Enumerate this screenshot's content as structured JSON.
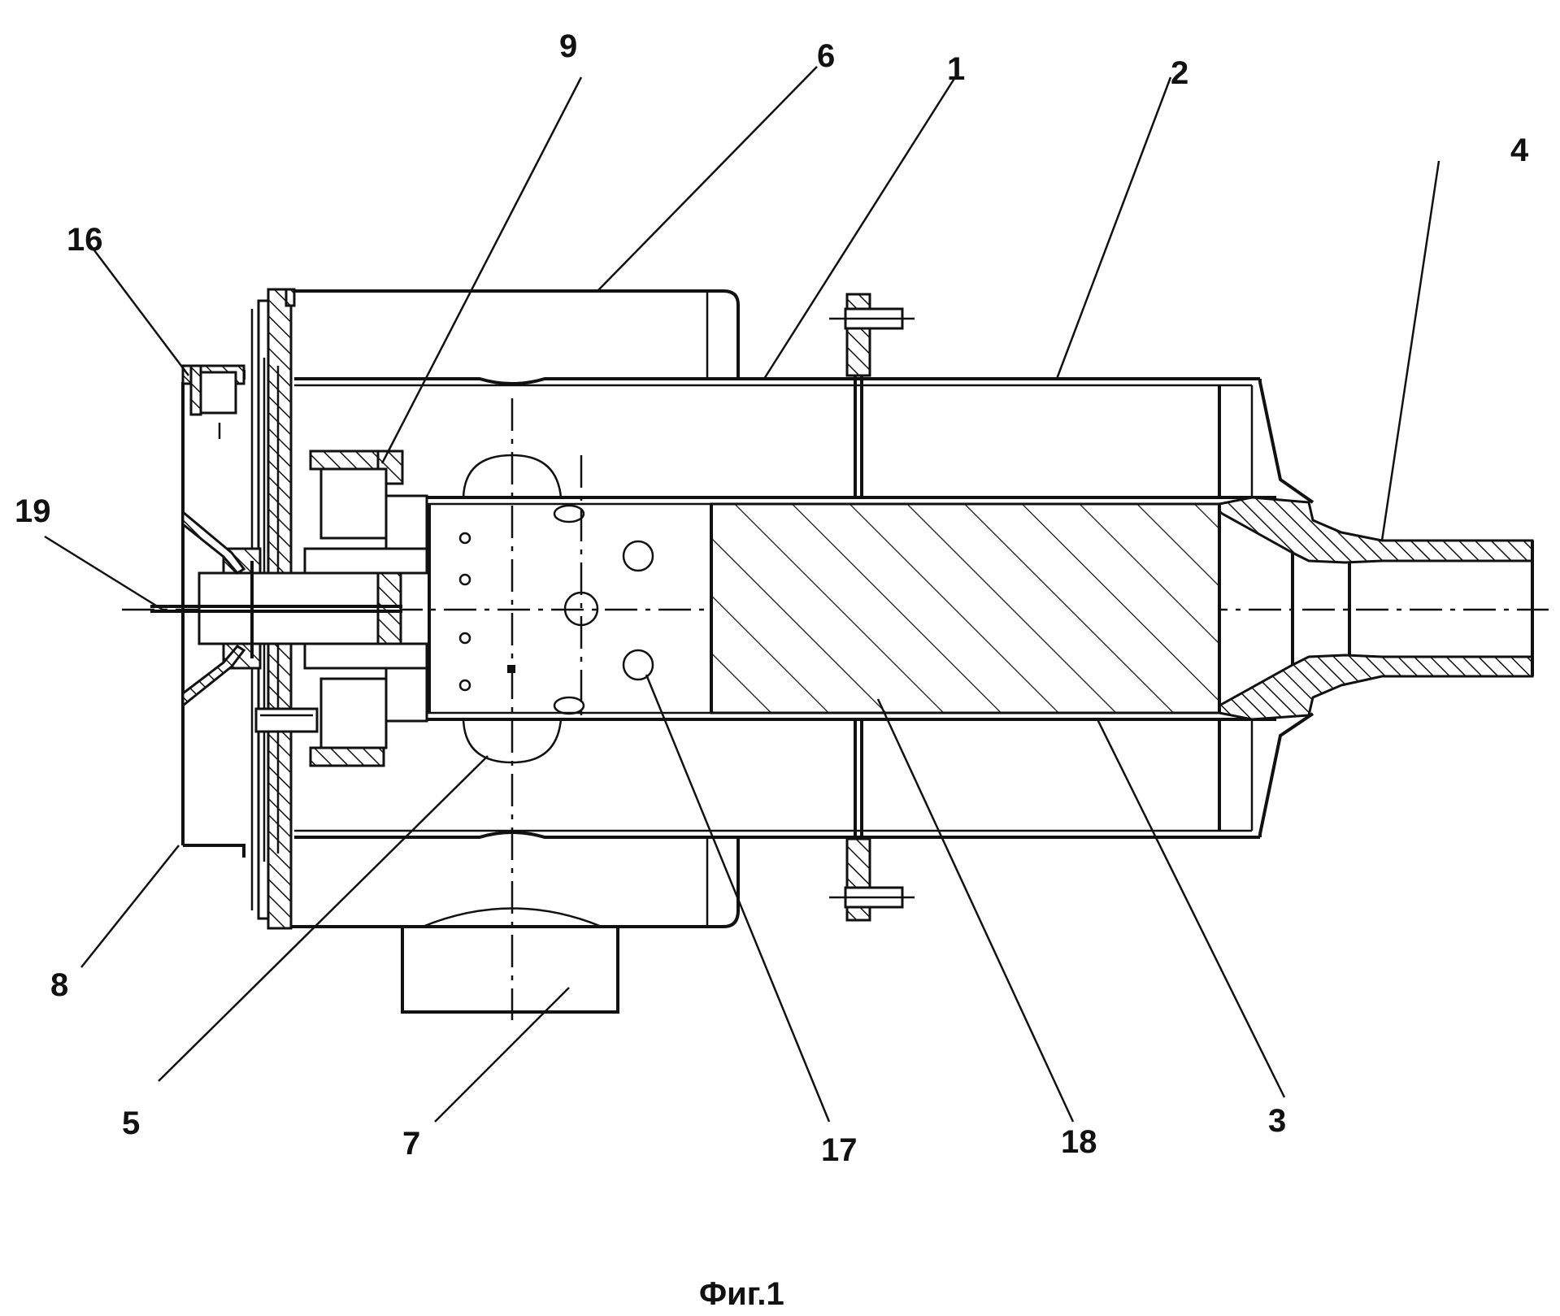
{
  "figure": {
    "caption": "Фиг.1",
    "labels": [
      {
        "id": "1",
        "text": "1"
      },
      {
        "id": "2",
        "text": "2"
      },
      {
        "id": "3",
        "text": "3"
      },
      {
        "id": "4",
        "text": "4"
      },
      {
        "id": "5",
        "text": "5"
      },
      {
        "id": "6",
        "text": "6"
      },
      {
        "id": "7",
        "text": "7"
      },
      {
        "id": "8",
        "text": "8"
      },
      {
        "id": "9",
        "text": "9"
      },
      {
        "id": "16",
        "text": "16"
      },
      {
        "id": "17",
        "text": "17"
      },
      {
        "id": "18",
        "text": "18"
      },
      {
        "id": "19",
        "text": "19"
      }
    ]
  }
}
